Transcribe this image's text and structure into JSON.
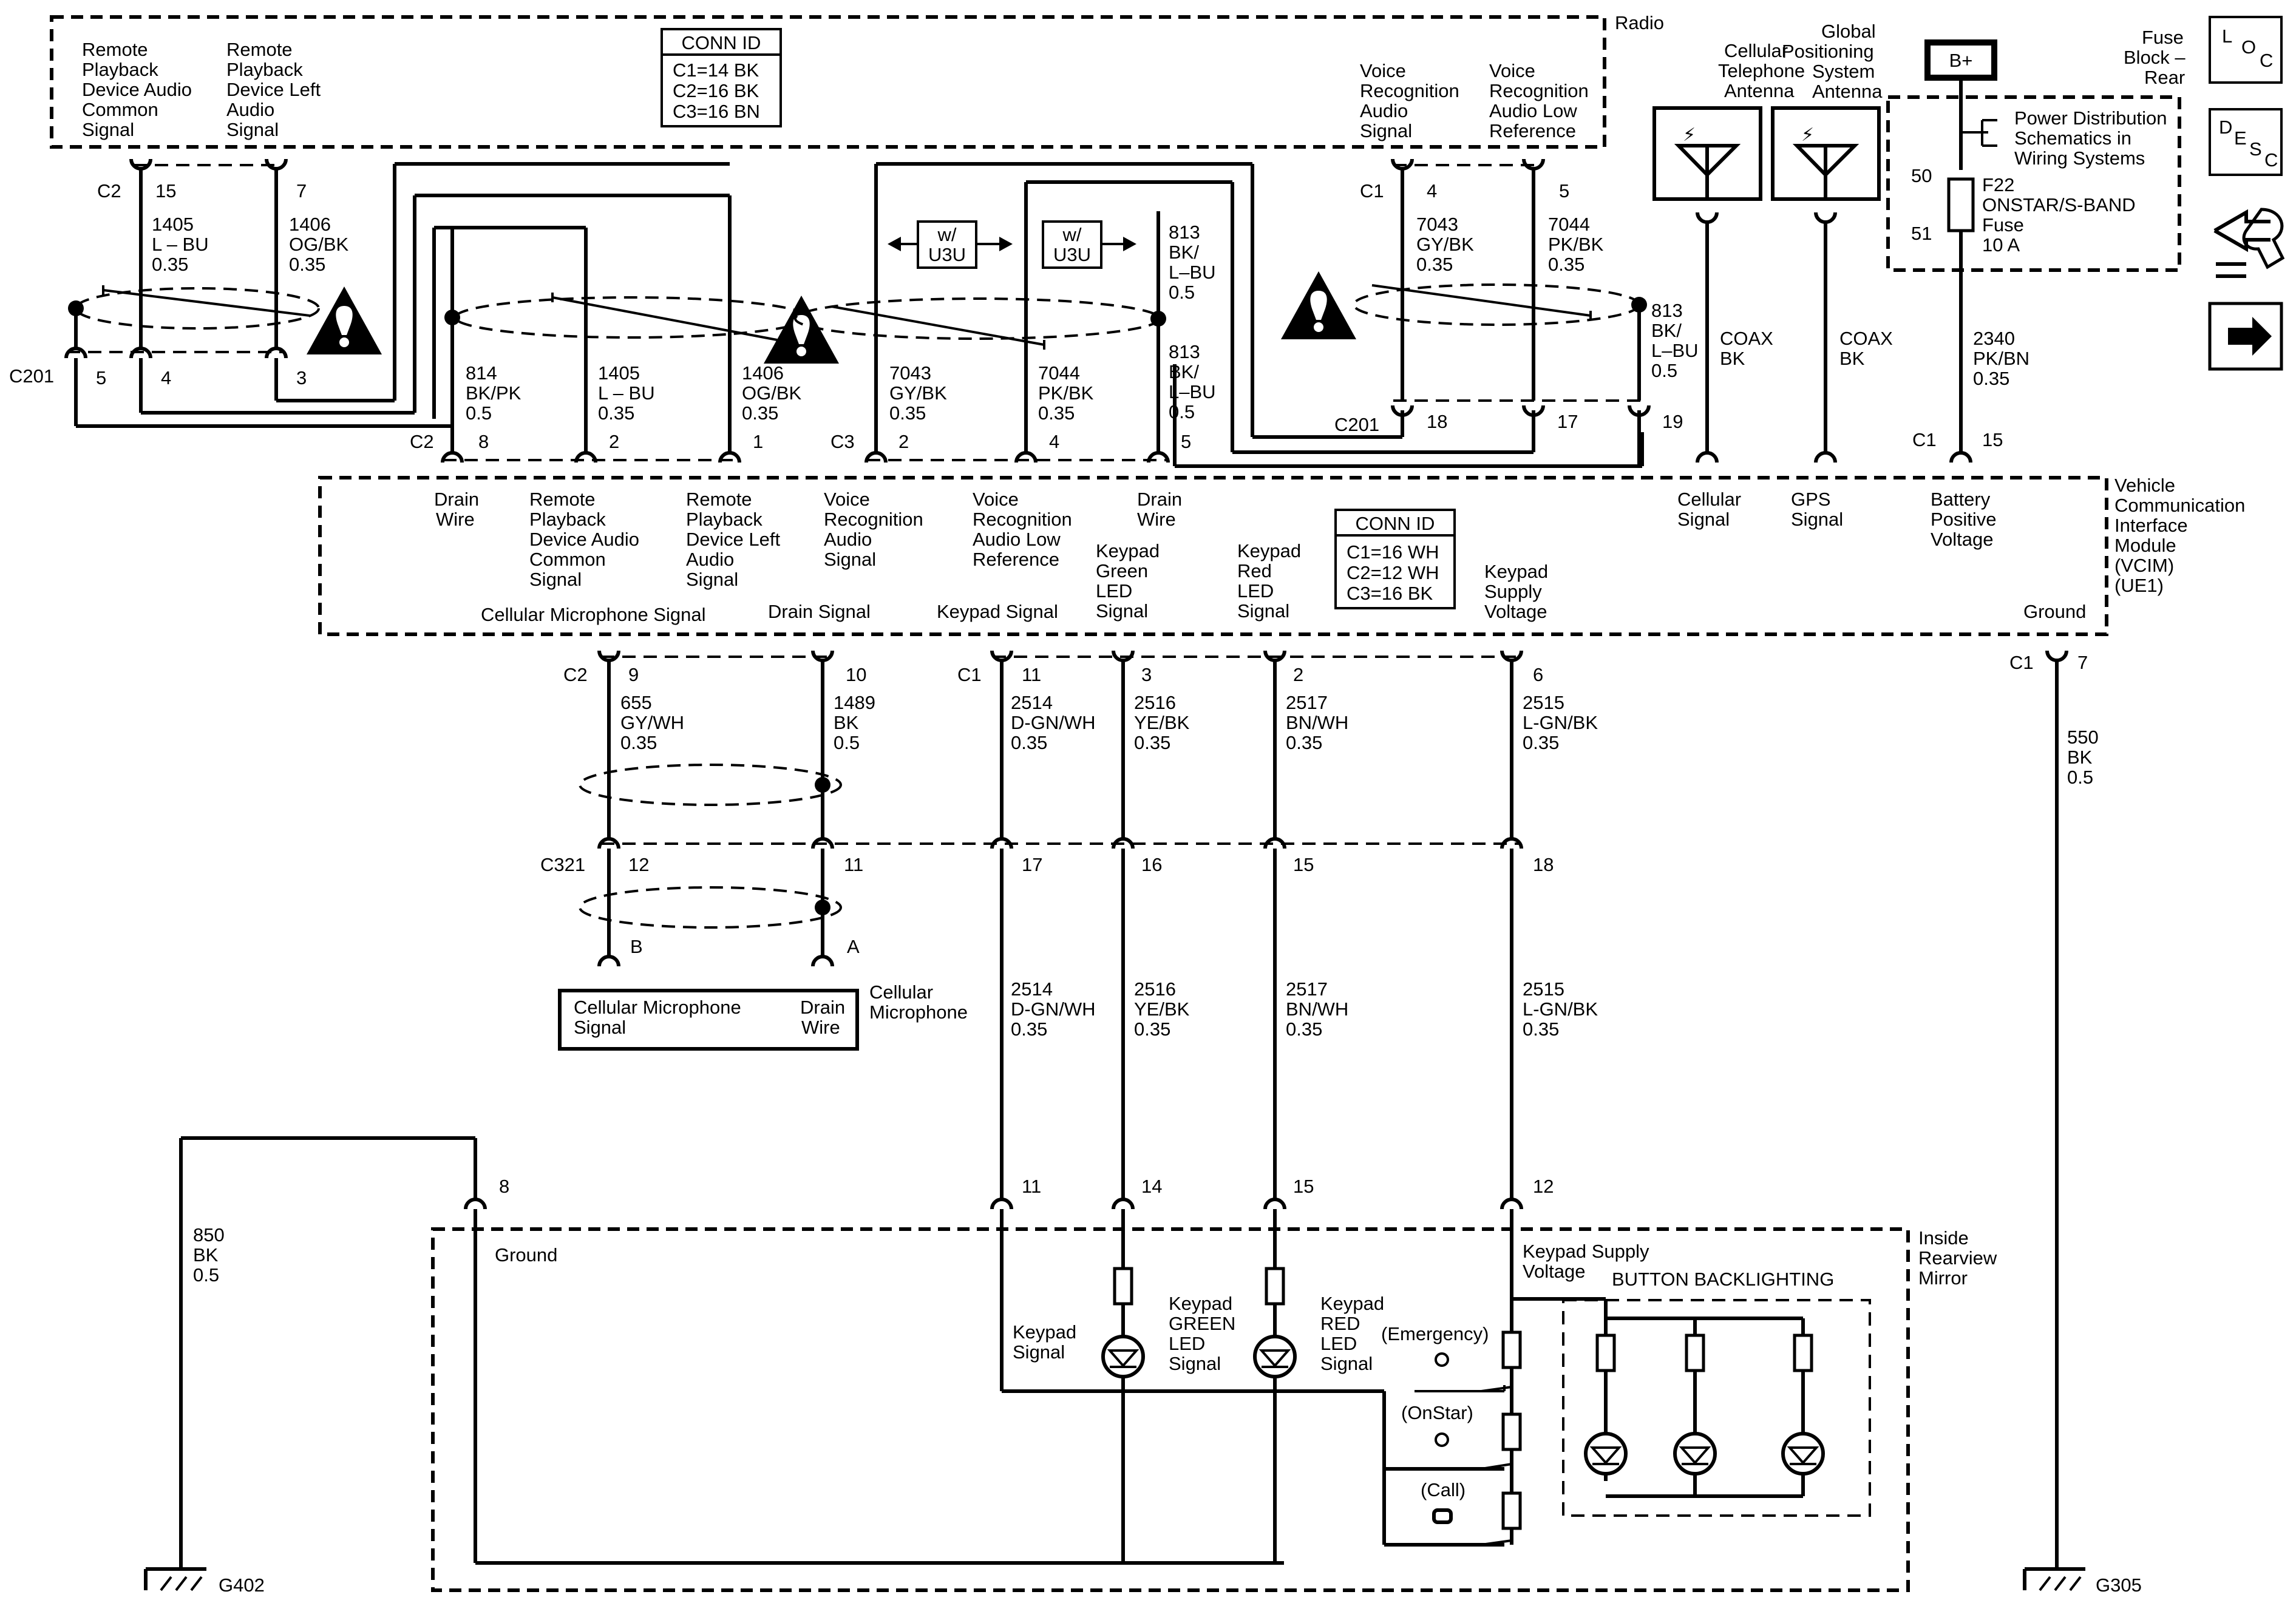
{
  "radio": {
    "title": "Radio",
    "pin_labels": {
      "remote_common": [
        "Remote",
        "Playback",
        "Device Audio",
        "Common",
        "Signal"
      ],
      "remote_left": [
        "Remote",
        "Playback",
        "Device Left",
        "Audio",
        "Signal"
      ],
      "voice_rec": [
        "Voice",
        "Recognition",
        "Audio",
        "Signal"
      ],
      "voice_rec_low": [
        "Voice",
        "Recognition",
        "Audio Low",
        "Reference"
      ]
    },
    "conn_id": {
      "title": "CONN ID",
      "rows": [
        "C1=14 BK",
        "C2=16 BK",
        "C3=16 BN"
      ]
    }
  },
  "vcim": {
    "title": [
      "Vehicle",
      "Communication",
      "Interface",
      "Module",
      "(VCIM)",
      "(UE1)"
    ],
    "conn_id": {
      "title": "CONN ID",
      "rows": [
        "C1=16 WH",
        "C2=12 WH",
        "C3=16 BK"
      ]
    },
    "top_labels": {
      "drain_wire_1": [
        "Drain",
        "Wire"
      ],
      "remote_common": [
        "Remote",
        "Playback",
        "Device Audio",
        "Common",
        "Signal"
      ],
      "remote_left": [
        "Remote",
        "Playback",
        "Device Left",
        "Audio",
        "Signal"
      ],
      "voice_rec": [
        "Voice",
        "Recognition",
        "Audio",
        "Signal"
      ],
      "voice_rec_low": [
        "Voice",
        "Recognition",
        "Audio Low",
        "Reference"
      ],
      "drain_wire_2": [
        "Drain",
        "Wire"
      ],
      "cellular": [
        "Cellular",
        "Signal"
      ],
      "gps": [
        "GPS",
        "Signal"
      ],
      "battery": [
        "Battery",
        "Positive",
        "Voltage"
      ]
    },
    "bottom_labels": {
      "cell_mic": "Cellular Microphone Signal",
      "drain": "Drain Signal",
      "keypad": "Keypad Signal",
      "keypad_green": [
        "Keypad",
        "Green",
        "LED",
        "Signal"
      ],
      "keypad_red": [
        "Keypad",
        "Red",
        "LED",
        "Signal"
      ],
      "keypad_supply": [
        "Keypad",
        "Supply",
        "Voltage"
      ],
      "ground": "Ground"
    }
  },
  "antennas": {
    "cellular": [
      "Cellular",
      "Telephone",
      "Antenna"
    ],
    "gps": [
      "Global",
      "Positioning",
      "System",
      "Antenna"
    ]
  },
  "coax": {
    "cell": [
      "COAX",
      "BK"
    ],
    "gps": [
      "COAX",
      "BK"
    ]
  },
  "fuse_block": {
    "title": [
      "Fuse",
      "Block –",
      "Rear"
    ],
    "battery": "B+",
    "note": [
      "Power Distribution",
      "Schematics in",
      "Wiring Systems"
    ],
    "pin_in": "50",
    "pin_out": "51",
    "fuse": [
      "F22",
      "ONSTAR/S-BAND",
      "Fuse",
      "10 A"
    ]
  },
  "side_icons": {
    "loc": [
      "L",
      "O",
      "C"
    ],
    "desc": [
      "D",
      "E",
      "S",
      "C"
    ]
  },
  "conn_labels": {
    "c2": "C2",
    "c3": "C3",
    "c1": "C1",
    "c201": "C201",
    "c321": "C321"
  },
  "pins": {
    "radio_c2_15": "15",
    "radio_c2_7": "7",
    "radio_c1_4": "4",
    "radio_c1_5": "5",
    "c201_5": "5",
    "c201_4": "4",
    "c201_3": "3",
    "c201_18": "18",
    "c201_17": "17",
    "c201_19": "19",
    "vcim_c2_8": "8",
    "vcim_c2_2": "2",
    "vcim_c2_1": "1",
    "vcim_c3_2": "2",
    "vcim_c3_4": "4",
    "vcim_c3_5": "5",
    "vcim_c1_15": "15",
    "vcim_c2_9": "9",
    "vcim_c2_10": "10",
    "vcim_c1_11": "11",
    "vcim_c1_3": "3",
    "vcim_c1_2": "2",
    "vcim_c1_6": "6",
    "vcim_c1_7": "7",
    "c321_12": "12",
    "c321_11": "11",
    "c321_17": "17",
    "c321_16": "16",
    "c321_15": "15",
    "c321_18": "18",
    "mic_b": "B",
    "mic_a": "A",
    "mirror_8": "8",
    "mirror_11": "11",
    "mirror_14": "14",
    "mirror_15": "15",
    "mirror_12": "12"
  },
  "wires": {
    "w1405_top": [
      "1405",
      "L – BU",
      "0.35"
    ],
    "w1406_top": [
      "1406",
      "OG/BK",
      "0.35"
    ],
    "w814": [
      "814",
      "BK/PK",
      "0.5"
    ],
    "w1405_mid": [
      "1405",
      "L – BU",
      "0.35"
    ],
    "w1406_mid": [
      "1406",
      "OG/BK",
      "0.35"
    ],
    "w7043_mid": [
      "7043",
      "GY/BK",
      "0.35"
    ],
    "w7044_mid": [
      "7044",
      "PK/BK",
      "0.35"
    ],
    "w813_a": [
      "813",
      "BK/",
      "L–BU",
      "0.5"
    ],
    "w813_b": [
      "813",
      "BK/",
      "L–BU",
      "0.5"
    ],
    "w813_c": [
      "813",
      "BK/",
      "L–BU",
      "0.5"
    ],
    "w7043_top": [
      "7043",
      "GY/BK",
      "0.35"
    ],
    "w7044_top": [
      "7044",
      "PK/BK",
      "0.35"
    ],
    "w2340": [
      "2340",
      "PK/BN",
      "0.35"
    ],
    "w655": [
      "655",
      "GY/WH",
      "0.35"
    ],
    "w1489": [
      "1489",
      "BK",
      "0.5"
    ],
    "w2514_a": [
      "2514",
      "D-GN/WH",
      "0.35"
    ],
    "w2516_a": [
      "2516",
      "YE/BK",
      "0.35"
    ],
    "w2517_a": [
      "2517",
      "BN/WH",
      "0.35"
    ],
    "w2515_a": [
      "2515",
      "L-GN/BK",
      "0.35"
    ],
    "w2514_b": [
      "2514",
      "D-GN/WH",
      "0.35"
    ],
    "w2516_b": [
      "2516",
      "YE/BK",
      "0.35"
    ],
    "w2517_b": [
      "2517",
      "BN/WH",
      "0.35"
    ],
    "w2515_b": [
      "2515",
      "L-GN/BK",
      "0.35"
    ],
    "w550": [
      "550",
      "BK",
      "0.5"
    ],
    "w850": [
      "850",
      "BK",
      "0.5"
    ]
  },
  "options": {
    "u3u_1": [
      "w/",
      "U3U"
    ],
    "u3u_2": [
      "w/",
      "U3U"
    ]
  },
  "microphone": {
    "title": [
      "Cellular",
      "Microphone"
    ],
    "signal": [
      "Cellular Microphone",
      "Signal"
    ],
    "drain": [
      "Drain",
      "Wire"
    ]
  },
  "mirror": {
    "title": [
      "Inside",
      "Rearview",
      "Mirror"
    ],
    "ground": "Ground",
    "keypad_supply": [
      "Keypad Supply",
      "Voltage"
    ],
    "backlighting": "BUTTON BACKLIGHTING",
    "keypad_signal": [
      "Keypad",
      "Signal"
    ],
    "green_led": [
      "Keypad",
      "GREEN",
      "LED",
      "Signal"
    ],
    "red_led": [
      "Keypad",
      "RED",
      "LED",
      "Signal"
    ],
    "emergency": "(Emergency)",
    "onstar": "(OnStar)",
    "call": "(Call)"
  },
  "grounds": {
    "g402": "G402",
    "g305": "G305"
  }
}
